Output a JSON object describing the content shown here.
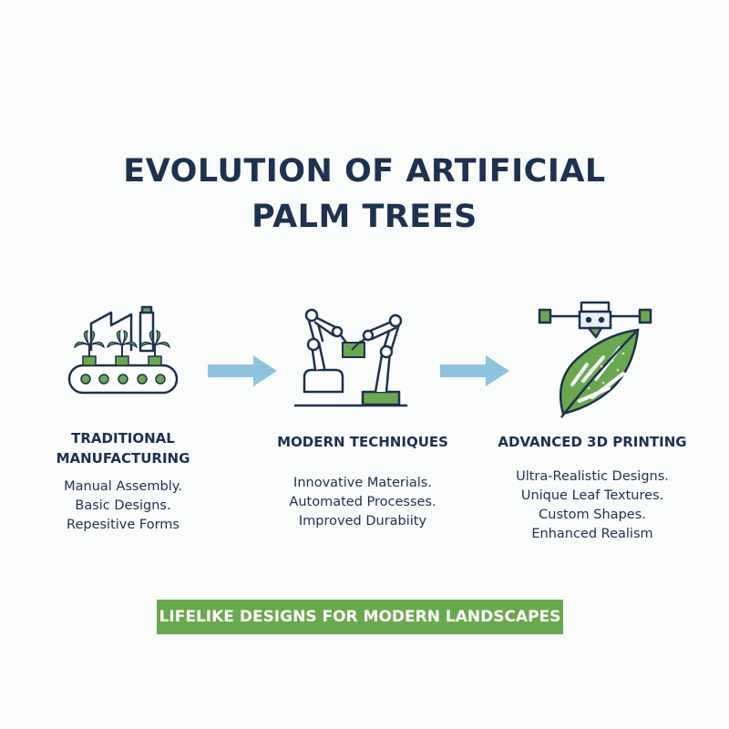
{
  "title": {
    "line1": "EVOLUTION OF ARTIFICIAL",
    "line2": "PALM TREES"
  },
  "stages": [
    {
      "icon": "factory-conveyor-icon",
      "title_lines": [
        "TRADITIONAL",
        "MANUFACTURING"
      ],
      "items": [
        "Manual Assembly.",
        "Basic Designs.",
        "Repesitive Forms"
      ]
    },
    {
      "icon": "robotic-arms-icon",
      "title_lines": [
        "MODERN TECHNIQUES"
      ],
      "items": [
        "Innovative Materials.",
        "Automated Processes.",
        "Improved Durabiity"
      ]
    },
    {
      "icon": "3d-printer-leaf-icon",
      "title_lines": [
        "ADVANCED 3D PRINTING"
      ],
      "items": [
        "Ultra-Realistic Designs.",
        "Unique Leaf Textures.",
        "Custom Shapes.",
        "Enhanced Realism"
      ]
    }
  ],
  "banner": "LIFELIKE DESIGNS FOR MODERN LANDSCAPES",
  "colors": {
    "navy": "#1d3150",
    "green": "#6aa84f",
    "arrow_blue": "#8ec3e0"
  }
}
